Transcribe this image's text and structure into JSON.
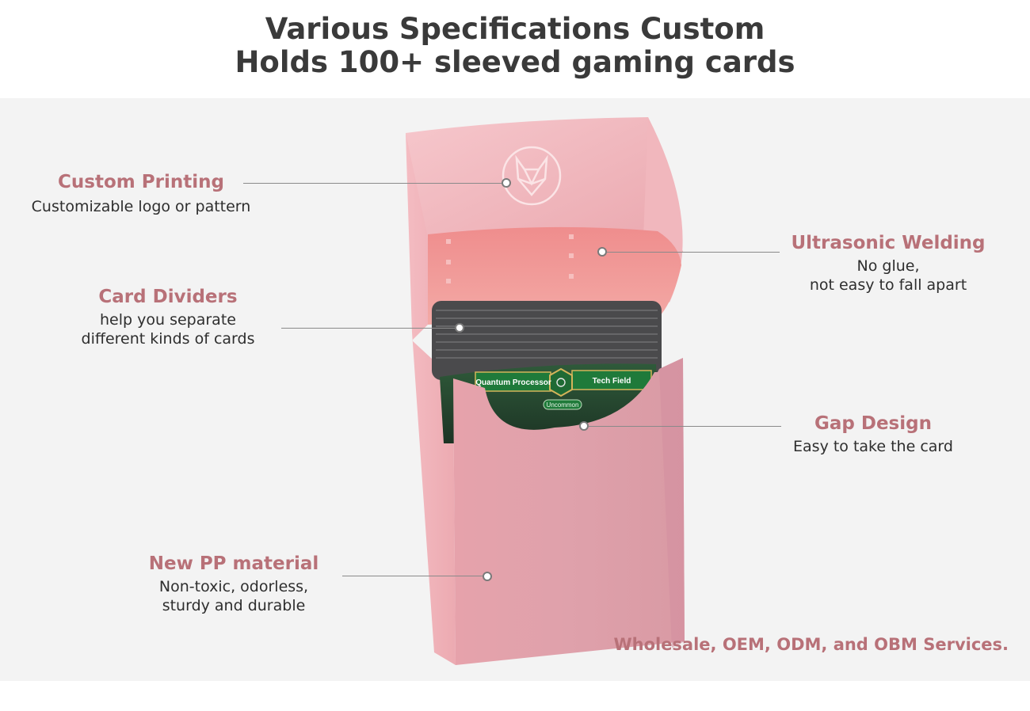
{
  "title": {
    "line1": "Various Specifications Custom",
    "line2": "Holds 100+ sleeved gaming cards"
  },
  "callouts": {
    "custom_printing": {
      "heading": "Custom Printing",
      "desc": "Customizable logo or pattern"
    },
    "ultrasonic_welding": {
      "heading": "Ultrasonic Welding",
      "desc_line1": "No glue,",
      "desc_line2": "not easy to fall apart"
    },
    "card_dividers": {
      "heading": "Card Dividers",
      "desc_line1": "help you separate",
      "desc_line2": "different kinds of cards"
    },
    "gap_design": {
      "heading": "Gap Design",
      "desc": "Easy to take the card"
    },
    "pp_material": {
      "heading": "New PP material",
      "desc_line1": "Non-toxic, odorless,",
      "desc_line2": "sturdy and durable"
    }
  },
  "card": {
    "name": "Quantum Processor",
    "field": "Tech Field",
    "rarity": "Uncommon"
  },
  "services": "Wholesale, OEM, ODM, and OBM Services.",
  "colors": {
    "box_pink": "#e9a3ab",
    "heading_rose": "#b87178",
    "panel_bg": "#f3f3f3",
    "card_green": "#1f7a3a"
  },
  "icons": {
    "lid_logo": "fox-head-logo-icon"
  }
}
